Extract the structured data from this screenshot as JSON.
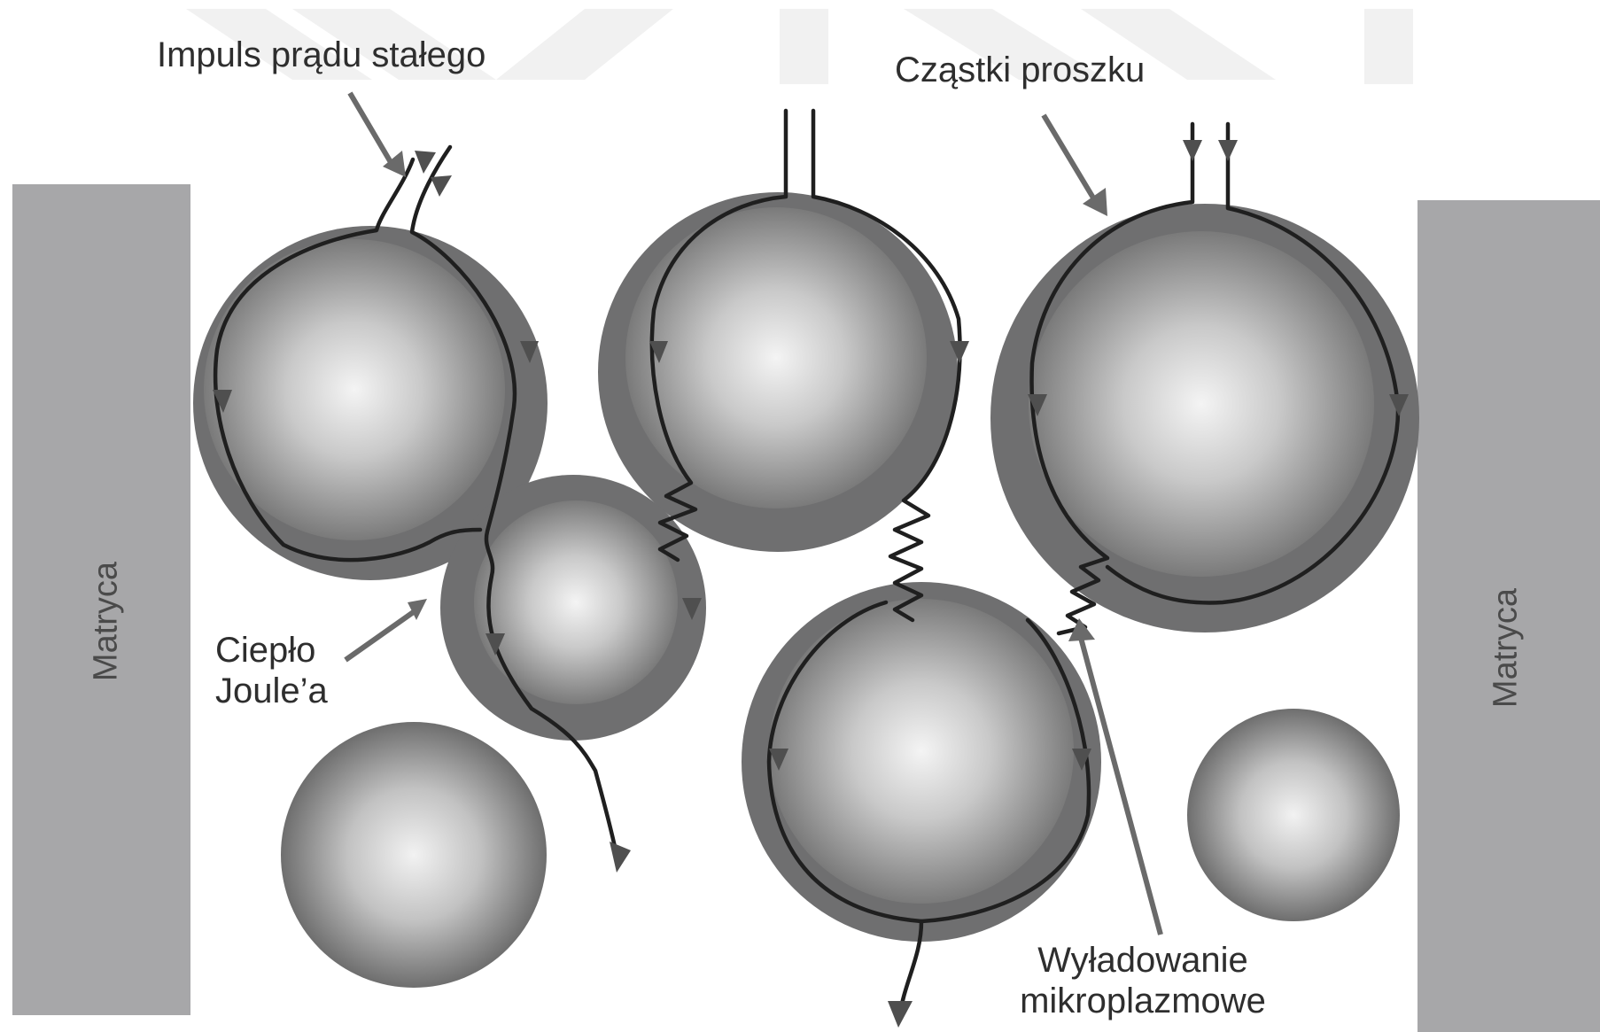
{
  "labels": {
    "pulse": "Impuls prądu stałego",
    "particles": "Cząstki proszku",
    "joule_line1": "Ciepło",
    "joule_line2": "Joule’a",
    "discharge_line1": "Wyładowanie",
    "discharge_line2": "mikroplazmowe",
    "die_left": "Matryca",
    "die_right": "Matryca"
  },
  "colors": {
    "die": "#a7a7a9",
    "particle_shell": "#6f6f70",
    "particle_core_light": "#f4f4f4",
    "particle_core_dark": "#7a7a7a",
    "current_line": "#1f1f1f",
    "pointer_arrow": "#6a6a6a",
    "text": "#2e2e2e"
  }
}
